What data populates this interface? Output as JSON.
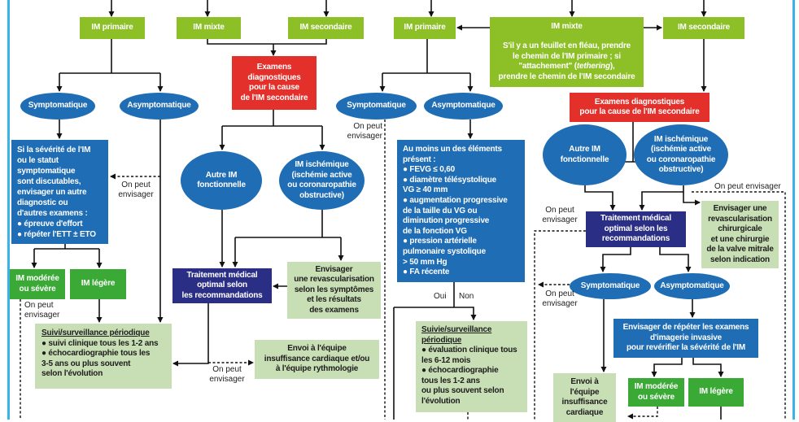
{
  "colors": {
    "lime": "#8dbf27",
    "red": "#e3302a",
    "blue": "#1f6db4",
    "navy": "#2a2e85",
    "light_green": "#c8deb5",
    "dark_green": "#3aa936",
    "border": "#3ab4e6"
  },
  "left": {
    "im_primaire": "IM primaire",
    "im_mixte": "IM mixte",
    "im_secondaire": "IM secondaire",
    "examens": "Examens\ndiagnostiques\npour la cause\nde l'IM secondaire",
    "symptomatique": "Symptomatique",
    "asymptomatique": "Asymptomatique",
    "severite": "Si la sévérité de l'IM\nou le statut\nsymptomatique\nsont discutables,\nenvisager un autre\ndiagnostic ou\nd'autres examens :\n● épreuve d'effort\n● répéter l'ETT ± ETO",
    "autre_im": "Autre IM\nfonctionnelle",
    "im_ischemique": "IM ischémique\n(ischémie active\nou coronaropathie\nobstructive)",
    "im_moderee": "IM modérée\nou sévère",
    "im_legere": "IM légère",
    "traitement": "Traitement médical\noptimal selon\nles recommandations",
    "envisager_revasc": "Envisager\nune revascularisation\nselon les symptômes\net les résultats\ndes examens",
    "suivi_title": "Suivi/surveillance périodique",
    "suivi_body": "● suivi clinique tous les 1-2 ans\n● échocardiographie tous les\n   3-5 ans ou plus souvent\n   selon l'évolution",
    "envoi": "Envoi à l'équipe\ninsuffisance cardiaque et/ou\nà l'équipe rythmologie",
    "on_peut_1": "On peut\nenvisager",
    "on_peut_2": "On peut\nenvisager",
    "on_peut_3": "On peut\nenvisager"
  },
  "right": {
    "im_primaire": "IM primaire",
    "im_mixte_title": "IM mixte",
    "im_mixte_body_1": "S'il y a un feuillet en fléau, prendre\nle chemin de l'IM primaire ; si\n\"attachement\" (",
    "im_mixte_italic": "tethering",
    "im_mixte_body_2": "),\nprendre le chemin de l'IM secondaire",
    "im_secondaire": "IM secondaire",
    "examens": "Examens diagnostiques\npour la cause de l'IM secondaire",
    "symptomatique": "Symptomatique",
    "asymptomatique": "Asymptomatique",
    "elements": "Au moins un des éléments\nprésent :\n● FEVG ≤ 0,60\n● diamètre télésystolique\n   VG ≥ 40 mm\n● augmentation progressive\n   de la taille du VG ou\n   diminution progressive\n   de la fonction VG\n● pression artérielle\n   pulmonaire systolique\n   > 50 mm Hg\n● FA récente",
    "oui": "Oui",
    "non": "Non",
    "suivie_title": "Suivie/surveillance\npériodique",
    "suivie_body": "● évaluation clinique tous\n   les 6-12 mois\n● échocardiographie\n   tous les 1-2 ans\n   ou plus souvent selon\n   l'évolution",
    "autre_im": "Autre IM\nfonctionnelle",
    "im_ischemique": "IM ischémique\n(ischémie active\nou coronaropathie\nobstructive)",
    "traitement": "Traitement médical\noptimal selon les\nrecommandations",
    "envisager_revasc": "Envisager une\nrevascularisation\nchirurgicale\net une chirurgie\nde la valve mitrale\nselon indication",
    "symptomatique_2": "Symptomatique",
    "asymptomatique_2": "Asymptomatique",
    "repeter": "Envisager de répéter les examens\nd'imagerie invasive\npour revérifier la sévérité de l'IM",
    "envoi": "Envoi à\nl'équipe\ninsuffisance\ncardiaque",
    "im_moderee": "IM modérée\nou sévère",
    "im_legere": "IM légère",
    "on_peut_1": "On peut\nenvisager",
    "on_peut_2": "On peut envisager",
    "on_peut_3": "On peut\nenvisager",
    "on_peut_4": "On peut\nenvisager"
  }
}
